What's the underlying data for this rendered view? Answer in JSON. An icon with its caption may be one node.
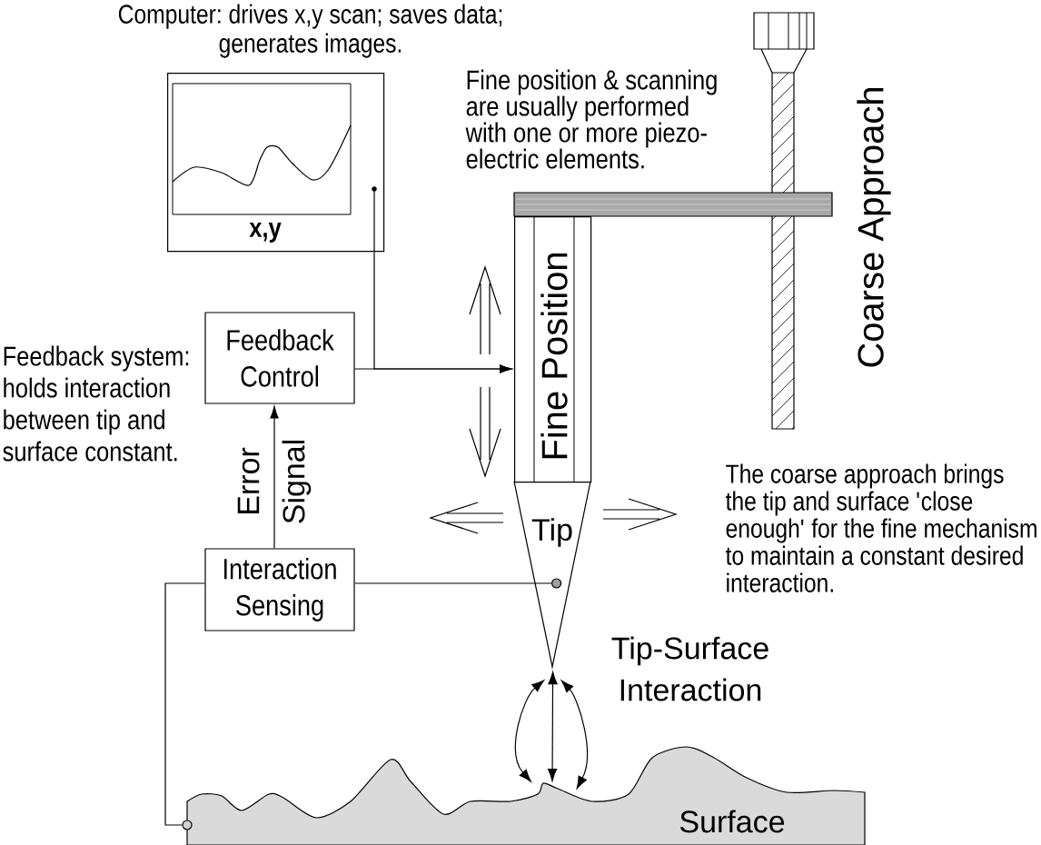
{
  "diagram": {
    "nodes": [
      {
        "text": [
          "Computer: drives x,y scan; saves data; generates images.",
          "x,y"
        ]
      },
      {
        "text": [
          "Fine Position"
        ]
      },
      {
        "text": [
          "Feedback Control"
        ]
      },
      {
        "text": [
          "Tip"
        ]
      },
      {
        "text": [
          "Interaction Sensing"
        ]
      },
      {
        "text": [],
        "shape": "circle",
        "in": 3
      },
      {
        "text": [
          "Surface"
        ]
      },
      {
        "text": [],
        "shape": "circle"
      }
    ],
    "edges": [
      {
        "from": 0,
        "to": 1,
        "arrow": "to"
      },
      {
        "from": 2,
        "to": 1,
        "arrow": "to"
      },
      {
        "from": 4,
        "to": 2,
        "arrow": "to",
        "label": "Error Signal"
      },
      {
        "from": 4,
        "to": 5,
        "arrow": "none"
      },
      {
        "from": 4,
        "to": 7,
        "arrow": "none"
      },
      {
        "from": 3,
        "to": 6,
        "arrow": "both"
      },
      {
        "from": 3,
        "to": 6,
        "arrow": "both"
      },
      {
        "from": 3,
        "to": 6,
        "arrow": "both"
      }
    ],
    "labels": [
      "Fine position & scanning are usually performed with one or more piezo-electric elements.",
      "Coarse Approach",
      "Feedback system: holds interaction between tip and surface constant.",
      "The coarse approach brings the tip and surface 'close enough' for the fine mechanism to maintain a constant desired interaction.",
      "Tip-Surface Interaction"
    ]
  }
}
